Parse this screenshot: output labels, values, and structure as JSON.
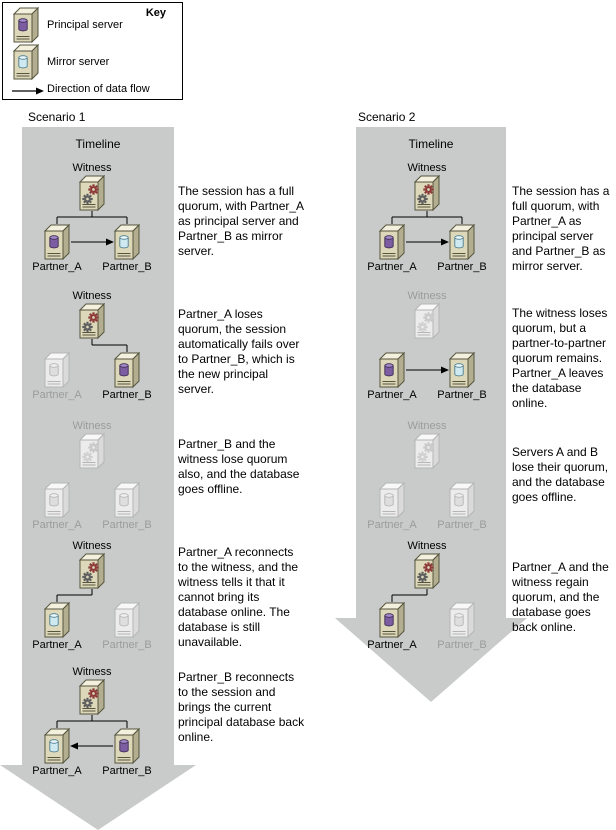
{
  "key": {
    "title": "Key",
    "items": [
      {
        "icon": "principal-server-icon",
        "label": "Principal server"
      },
      {
        "icon": "mirror-server-icon",
        "label": "Mirror server"
      },
      {
        "icon": "data-flow-arrow-icon",
        "label": "Direction of data flow"
      }
    ]
  },
  "labels": {
    "witness": "Witness",
    "partner_a": "Partner_A",
    "partner_b": "Partner_B"
  },
  "colors": {
    "timeline_arrow": "#c9cbca",
    "active_server_front": "#ddd8ba",
    "inactive_server_front": "#ececec",
    "principal_db": "#7c5da1",
    "mirror_db": "#cfe9f1",
    "witness_gear_primary": "#8d3a3a",
    "witness_gear_secondary": "#5f5f5f"
  },
  "scenario1": {
    "title": "Scenario 1",
    "timeline_label": "Timeline",
    "stages": [
      {
        "witness": "on",
        "a": "on",
        "a_role": "principal",
        "b": "on",
        "b_role": "mirror",
        "connections": "both",
        "arrow": "ab",
        "text": "The session has a full quorum, with Partner_A as principal server and Partner_B as mirror server."
      },
      {
        "witness": "on",
        "a": "off",
        "a_role": "mirror",
        "b": "on",
        "b_role": "principal",
        "connections": "b",
        "arrow": "none",
        "text": "Partner_A loses quorum, the session automatically fails over to Partner_B, which is the new principal server."
      },
      {
        "witness": "off",
        "a": "off",
        "a_role": "mirror",
        "b": "off",
        "b_role": "principal",
        "connections": "none",
        "arrow": "none",
        "text": "Partner_B and the witness lose quorum also, and the database goes offline."
      },
      {
        "witness": "on",
        "a": "on",
        "a_role": "mirror",
        "b": "off",
        "b_role": "principal",
        "connections": "a",
        "arrow": "none",
        "text": "Partner_A reconnects to the witness, and the witness tells it that it cannot bring its database online. The database is still unavailable."
      },
      {
        "witness": "on",
        "a": "on",
        "a_role": "mirror",
        "b": "on",
        "b_role": "principal",
        "connections": "both",
        "arrow": "ba",
        "text": "Partner_B reconnects to the session and brings the current principal database back online."
      }
    ]
  },
  "scenario2": {
    "title": "Scenario 2",
    "timeline_label": "Timeline",
    "stages": [
      {
        "witness": "on",
        "a": "on",
        "a_role": "principal",
        "b": "on",
        "b_role": "mirror",
        "connections": "both",
        "arrow": "ab",
        "text": "The session has a full quorum, with Partner_A as principal server and Partner_B as mirror server."
      },
      {
        "witness": "off",
        "a": "on",
        "a_role": "principal",
        "b": "on",
        "b_role": "mirror",
        "connections": "none",
        "arrow": "ab",
        "text": "The witness loses quorum, but a partner-to-partner quorum remains. Partner_A leaves the database online."
      },
      {
        "witness": "off",
        "a": "off",
        "a_role": "principal",
        "b": "off",
        "b_role": "mirror",
        "connections": "none",
        "arrow": "none",
        "text": "Servers A and B lose their quorum, and the database goes offline."
      },
      {
        "witness": "on",
        "a": "on",
        "a_role": "principal",
        "b": "off",
        "b_role": "mirror",
        "connections": "a",
        "arrow": "none",
        "text": "Partner_A and the witness regain quorum, and the database goes back online."
      }
    ]
  }
}
